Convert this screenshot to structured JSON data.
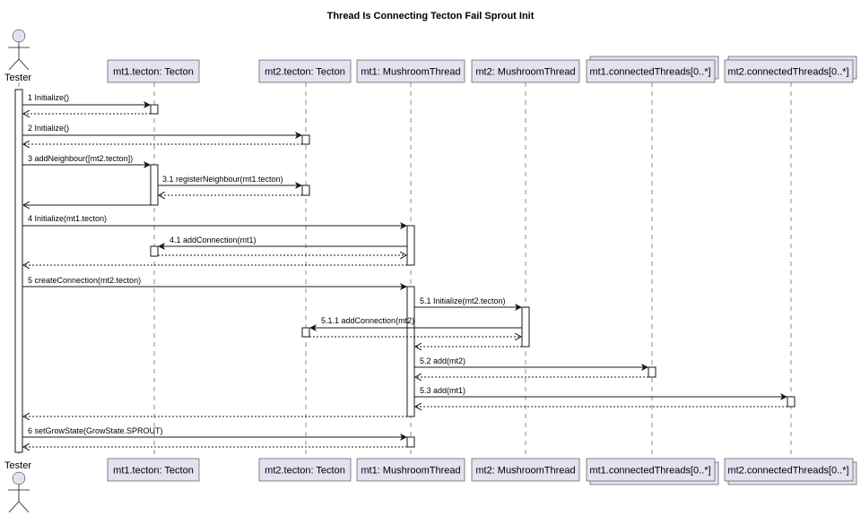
{
  "diagram": {
    "title": "Thread Is Connecting Tecton Fail Sprout Init",
    "actor": "Tester",
    "participants": [
      {
        "id": "tecton1",
        "label": "mt1.tecton: Tecton",
        "kind": "participant"
      },
      {
        "id": "tecton2",
        "label": "mt2.tecton: Tecton",
        "kind": "participant"
      },
      {
        "id": "mt1",
        "label": "mt1: MushroomThread",
        "kind": "participant"
      },
      {
        "id": "mt2",
        "label": "mt2: MushroomThread",
        "kind": "participant"
      },
      {
        "id": "ct1",
        "label": "mt1.connectedThreads[0..*]",
        "kind": "collection"
      },
      {
        "id": "ct2",
        "label": "mt2.connectedThreads[0..*]",
        "kind": "collection"
      }
    ],
    "messages": [
      {
        "from": "tester",
        "to": "tecton1",
        "label": "1 Initialize()",
        "type": "call"
      },
      {
        "from": "tecton1",
        "to": "tester",
        "label": "",
        "type": "return"
      },
      {
        "from": "tester",
        "to": "tecton2",
        "label": "2 Initialize()",
        "type": "call"
      },
      {
        "from": "tecton2",
        "to": "tester",
        "label": "",
        "type": "return"
      },
      {
        "from": "tester",
        "to": "tecton1",
        "label": "3 addNeighbour([mt2.tecton])",
        "type": "call"
      },
      {
        "from": "tecton1",
        "to": "tecton2",
        "label": "3.1 registerNeighbour(mt1.tecton)",
        "type": "call"
      },
      {
        "from": "tecton2",
        "to": "tecton1",
        "label": "",
        "type": "return"
      },
      {
        "from": "tecton1",
        "to": "tester",
        "label": "",
        "type": "return-solid"
      },
      {
        "from": "tester",
        "to": "mt1",
        "label": "4 Initialize(mt1.tecton)",
        "type": "call"
      },
      {
        "from": "mt1",
        "to": "tecton1",
        "label": "4.1 addConnection(mt1)",
        "type": "call"
      },
      {
        "from": "tecton1",
        "to": "mt1",
        "label": "",
        "type": "return"
      },
      {
        "from": "mt1",
        "to": "tester",
        "label": "",
        "type": "return"
      },
      {
        "from": "tester",
        "to": "mt1",
        "label": "5 createConnection(mt2.tecton)",
        "type": "call"
      },
      {
        "from": "mt1",
        "to": "mt2",
        "label": "5.1 Initialize(mt2.tecton)",
        "type": "call"
      },
      {
        "from": "mt2",
        "to": "tecton2",
        "label": "5.1.1 addConnection(mt2)",
        "type": "call"
      },
      {
        "from": "tecton2",
        "to": "mt2",
        "label": "",
        "type": "return"
      },
      {
        "from": "mt2",
        "to": "mt1",
        "label": "",
        "type": "return"
      },
      {
        "from": "mt1",
        "to": "ct1",
        "label": "5.2 add(mt2)",
        "type": "call"
      },
      {
        "from": "ct1",
        "to": "mt1",
        "label": "",
        "type": "return"
      },
      {
        "from": "mt1",
        "to": "ct2",
        "label": "5.3 add(mt1)",
        "type": "call"
      },
      {
        "from": "ct2",
        "to": "mt1",
        "label": "",
        "type": "return"
      },
      {
        "from": "mt1",
        "to": "tester",
        "label": "",
        "type": "return"
      },
      {
        "from": "tester",
        "to": "mt1",
        "label": "6 setGrowState(GrowState.SPROUT)",
        "type": "call"
      },
      {
        "from": "mt1",
        "to": "tester",
        "label": "",
        "type": "return"
      }
    ]
  }
}
